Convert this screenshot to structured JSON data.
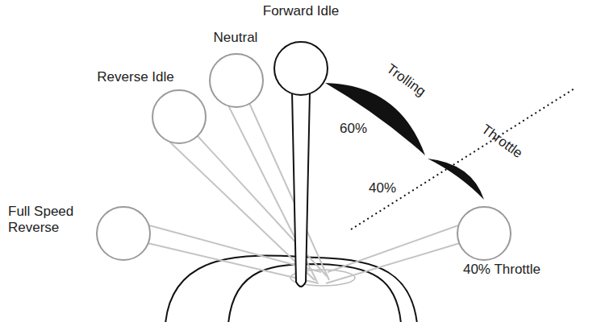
{
  "diagram": {
    "labels": [
      "Forward Idle",
      "Neutral",
      "Reverse Idle",
      "Full Speed Reverse",
      "Trolling",
      "60%",
      "Throttle",
      "40%",
      "40% Throttle"
    ]
  }
}
